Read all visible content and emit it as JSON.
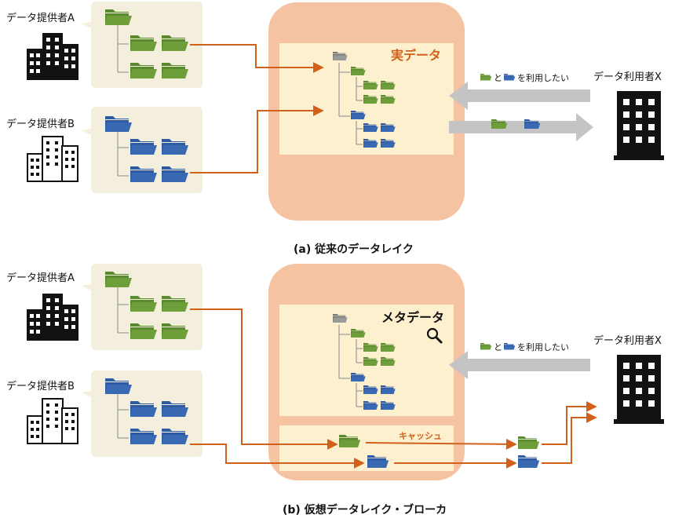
{
  "colors": {
    "provider_folder": "#5a8a2e",
    "provider_b_folder": "#2d5aa0",
    "lake_outer": "#f6c3a2",
    "lake_inner": "#fdf0cf",
    "provider_box": "#f3efdc",
    "arrow": "#d1601a",
    "gray_arrow": "#c4c4c4",
    "gray_folder": "#8a8a8a"
  },
  "panel_a": {
    "provider_a_label": "データ提供者A",
    "provider_b_label": "データ提供者B",
    "store_label": "実データ",
    "consumer_label": "データ利用者X",
    "request": {
      "connector": "と",
      "suffix": "を利用したい"
    },
    "caption": "(a) 従来のデータレイク"
  },
  "panel_b": {
    "provider_a_label": "データ提供者A",
    "provider_b_label": "データ提供者B",
    "store_label": "メタデータ",
    "cache_label": "キャッシュ",
    "consumer_label": "データ利用者X",
    "request": {
      "connector": "と",
      "suffix": "を利用したい"
    },
    "caption": "(b) 仮想データレイク・ブローカ"
  }
}
